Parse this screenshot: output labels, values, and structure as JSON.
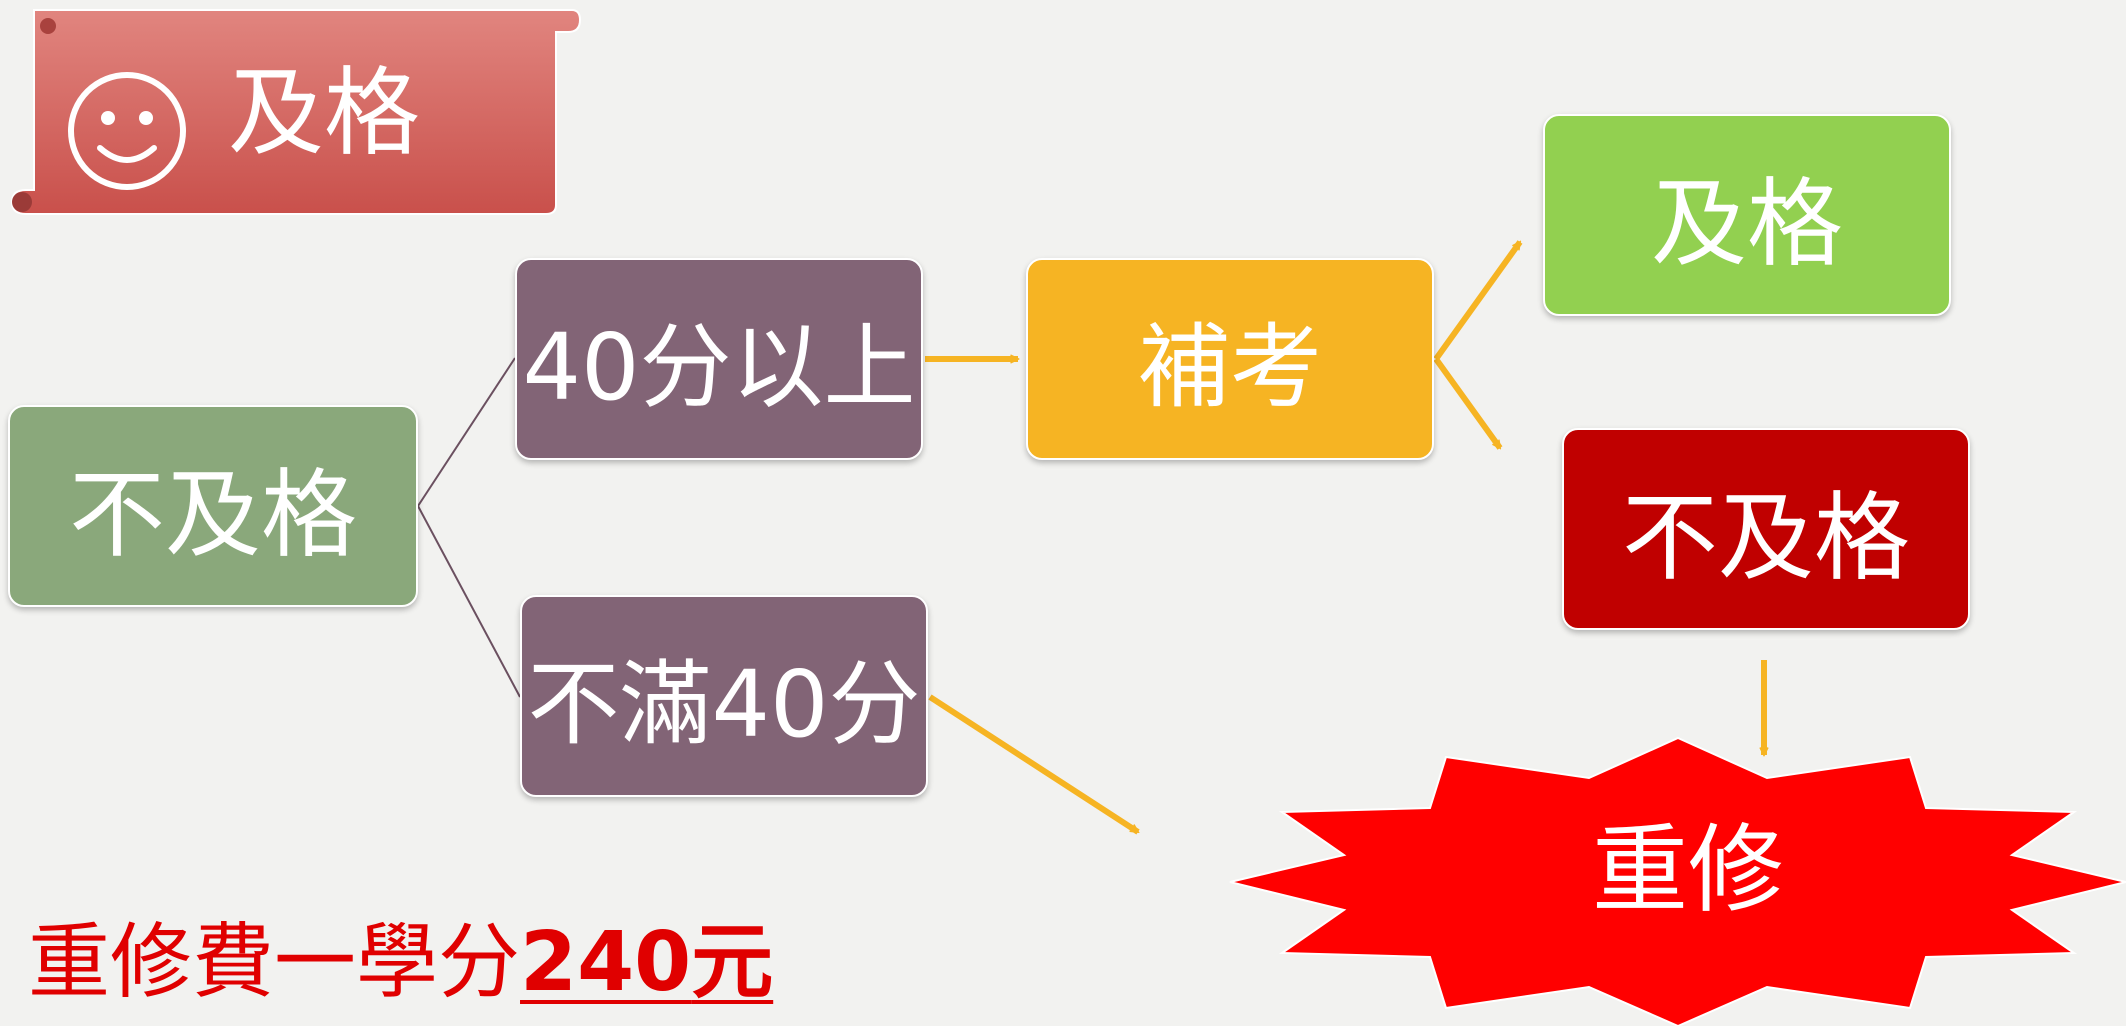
{
  "badge": {
    "label": "及格",
    "icon": "smiley-icon"
  },
  "nodes": {
    "fail": "不及格",
    "score_40_plus": "40分以上",
    "score_under_40": "不滿40分",
    "makeup_exam": "補考",
    "pass": "及格",
    "fail_again": "不及格",
    "retake": "重修"
  },
  "fee": {
    "prefix": "重修費一學分",
    "amount": "240",
    "suffix": "元"
  },
  "colors": {
    "badge": "#d9625e",
    "fail": "#8aa87b",
    "score_box": "#826476",
    "makeup": "#f6b423",
    "pass": "#92d050",
    "fail_again": "#c00000",
    "retake_burst": "#ff0000",
    "arrow": "#f6b423",
    "fee_text": "#e00000"
  }
}
